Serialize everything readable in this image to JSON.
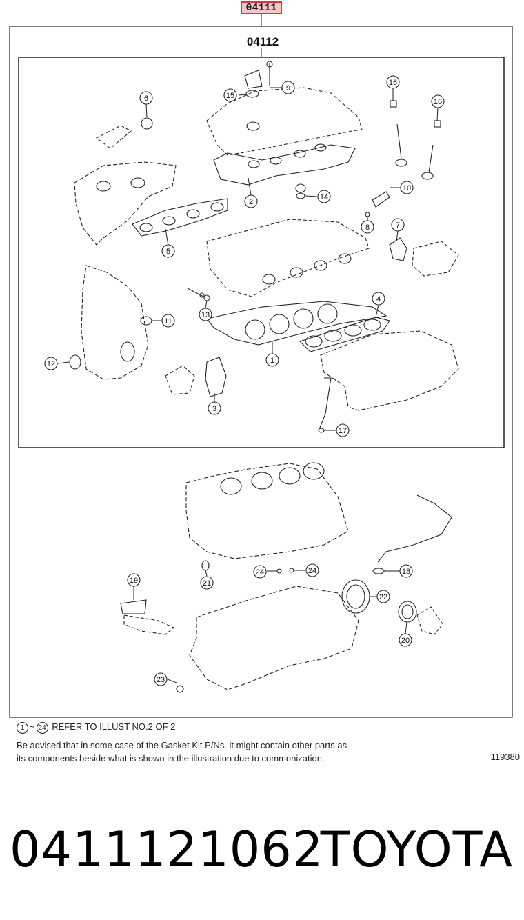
{
  "diagram": {
    "top_code": "04111",
    "kit_code": "04112",
    "callouts": [
      "1",
      "2",
      "3",
      "4",
      "5",
      "6",
      "7",
      "8",
      "9",
      "10",
      "11",
      "12",
      "13",
      "14",
      "15",
      "16",
      "16",
      "17",
      "18",
      "19",
      "20",
      "21",
      "22",
      "23",
      "24",
      "24"
    ]
  },
  "notes": {
    "refer_start": "1",
    "refer_end": "24",
    "refer_text": "REFER TO ILLUST NO.2 OF 2",
    "advise_line1": "Be advised that in some case of the Gasket Kit P/Ns.  it might contain other parts as",
    "advise_line2": "its components beside what is shown in the illustration due to commonization.",
    "illustration_number": "119380"
  },
  "footer": {
    "part_number": "0411121062",
    "brand": "TOYOTA"
  }
}
